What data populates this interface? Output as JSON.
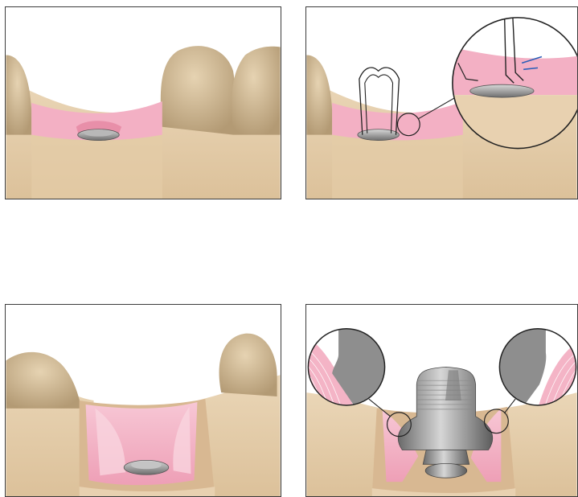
{
  "figure": {
    "panels": [
      {
        "id": "panel-1",
        "stage": "healing-abutment-removed"
      },
      {
        "id": "panel-2",
        "stage": "abutment-outline-with-detail-magnifier"
      },
      {
        "id": "panel-3",
        "stage": "soft-tissue-emergence-profile"
      },
      {
        "id": "panel-4",
        "stage": "abutment-seated-with-detail-magnifiers"
      }
    ],
    "colors": {
      "bone": "#e8d1b0",
      "bone_shadow": "#c9ad86",
      "tooth": "#d8c29e",
      "gingiva": "#f2a9bf",
      "gingiva_light": "#f7c6d3",
      "metal": "#8a8a8a",
      "metal_light": "#c8c8c8",
      "outline": "#2a2a2a",
      "blue_mark": "#2c5fb8"
    }
  }
}
